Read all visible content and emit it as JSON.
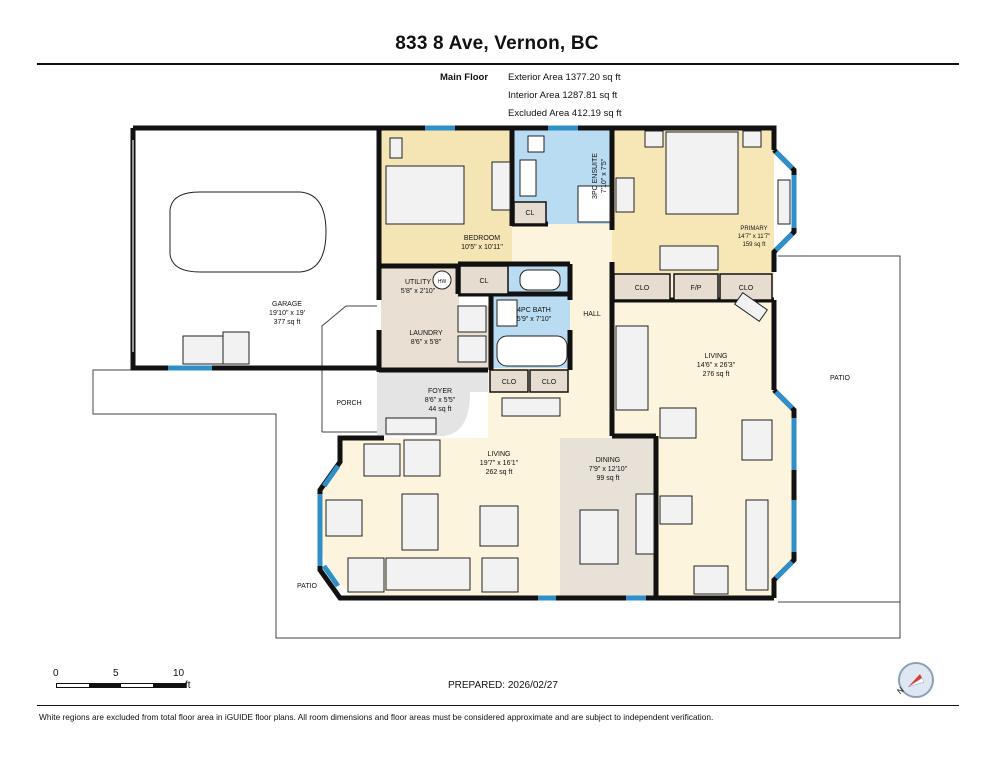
{
  "header": {
    "title": "833 8 Ave, Vernon, BC",
    "floor_label": "Main Floor",
    "exterior_area": "Exterior Area 1377.20 sq ft",
    "interior_area": "Interior Area 1287.81 sq ft",
    "excluded_area": "Excluded Area 412.19 sq ft"
  },
  "rooms": {
    "garage": {
      "name": "GARAGE",
      "dims": "19'10\" x 19'",
      "area": "377 sq ft"
    },
    "bedroom": {
      "name": "BEDROOM",
      "dims": "10'5\" x 10'11\""
    },
    "ensuite": {
      "name": "3PC ENSUITE",
      "dims": "7'10\" x 7'5\""
    },
    "primary": {
      "name": "PRIMARY",
      "dims": "14'7\" x 11'7\"",
      "area": "159 sq ft"
    },
    "utility": {
      "name": "UTILITY",
      "dims": "5'8\" x 2'10\""
    },
    "laundry": {
      "name": "LAUNDRY",
      "dims": "8'6\" x 5'8\""
    },
    "bath": {
      "name": "4PC BATH",
      "dims": "5'9\" x 7'10\""
    },
    "hall": {
      "name": "HALL"
    },
    "foyer": {
      "name": "FOYER",
      "dims": "8'6\" x 5'5\"",
      "area": "44 sq ft"
    },
    "porch": {
      "name": "PORCH"
    },
    "living_main": {
      "name": "LIVING",
      "dims": "19'7\" x 16'1\"",
      "area": "262 sq ft"
    },
    "dining": {
      "name": "DINING",
      "dims": "7'9\" x 12'10\"",
      "area": "99 sq ft"
    },
    "living_east": {
      "name": "LIVING",
      "dims": "14'6\" x 26'3\"",
      "area": "276 sq ft"
    },
    "patio_east": {
      "name": "PATIO"
    },
    "patio_west": {
      "name": "PATIO"
    }
  },
  "closets": {
    "cl_ensuite": "CL",
    "cl_utility": "CL",
    "clo_primary_left": "CLO",
    "fp": "F/P",
    "clo_primary_right": "CLO",
    "clo_foyer_1": "CLO",
    "clo_foyer_2": "CLO"
  },
  "fixtures": {
    "water_heater": "HW"
  },
  "scale": {
    "tick0": "0",
    "tick5": "5",
    "tick10": "10",
    "unit": "ft"
  },
  "prepared": "PREPARED: 2026/02/27",
  "compass_label": "N",
  "footer": "White regions are excluded from total floor area in iGUIDE floor plans. All room dimensions and floor areas must be considered approximate and are subject to independent verification.",
  "colors": {
    "wall": "#111111",
    "window": "#2f8fc9",
    "bedroom_fill": "#f5e4b4",
    "bath_fill": "#b9dcf2",
    "hall_fill": "#fcf4dc",
    "laundry_fill": "#e9e0d3",
    "dining_fill": "#e7e1d8",
    "foyer_fill": "#e4e4e4",
    "closet_fill": "#e6ddd0"
  }
}
